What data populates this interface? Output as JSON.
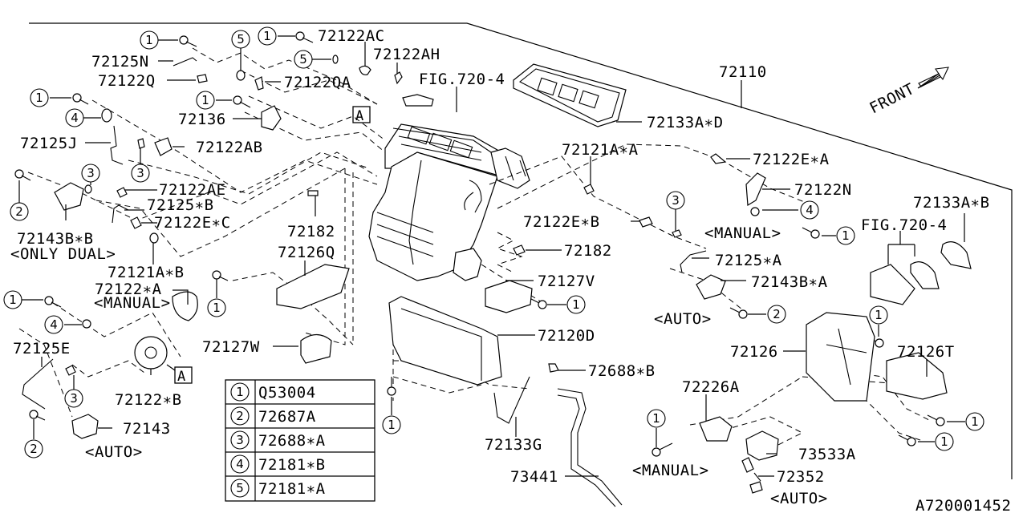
{
  "diagram": {
    "figure_id": "A720001452",
    "front_label": "FRONT",
    "main_assembly": "72110",
    "section_marker": "A"
  },
  "labels": {
    "p72125N": "72125N",
    "p72122Q": "72122Q",
    "p72122AC": "72122AC",
    "p72122AH": "72122AH",
    "p72122QA": "72122QA",
    "fig_top": "FIG.720-4",
    "p72110": "72110",
    "p72133AD": "72133A∗D",
    "p72136": "72136",
    "p72125J": "72125J",
    "p72122AB": "72122AB",
    "p72122AE": "72122AE",
    "p72125B": "72125∗B",
    "p72122EC": "72122E∗C",
    "p72143BB": "72143B∗B",
    "only_dual": "<ONLY DUAL>",
    "p72121AB": "72121A∗B",
    "p72122A": "72122∗A",
    "manual_left": "<MANUAL>",
    "p72125E": "72125E",
    "p72122B": "72122∗B",
    "p72143": "72143",
    "auto_left": "<AUTO>",
    "p72182_top": "72182",
    "p72126Q": "72126Q",
    "p72127W": "72127W",
    "p72121AA": "72121A∗A",
    "p72122EB": "72122E∗B",
    "p72182_mid": "72182",
    "p72127V": "72127V",
    "p72120D": "72120D",
    "p72688B": "72688∗B",
    "p72133G": "72133G",
    "p73441": "73441",
    "p72122EA": "72122E∗A",
    "p72122N": "72122N",
    "manual_right": "<MANUAL>",
    "p72125A": "72125∗A",
    "p72143BA": "72143B∗A",
    "auto_right": "<AUTO>",
    "fig_right": "FIG.720-4",
    "p72133AB": "72133A∗B",
    "p72126": "72126",
    "p72126T": "72126T",
    "p72226A": "72226A",
    "manual_bottom": "<MANUAL>",
    "p73533A": "73533A",
    "p72352": "72352",
    "auto_bottom": "<AUTO>"
  },
  "callouts": {
    "one": "1",
    "two": "2",
    "three": "3",
    "four": "4",
    "five": "5"
  },
  "legend": {
    "rows": [
      {
        "key": "1",
        "part": "Q53004"
      },
      {
        "key": "2",
        "part": "72687A"
      },
      {
        "key": "3",
        "part": "72688∗A"
      },
      {
        "key": "4",
        "part": "72181∗B"
      },
      {
        "key": "5",
        "part": "72181∗A"
      }
    ]
  }
}
